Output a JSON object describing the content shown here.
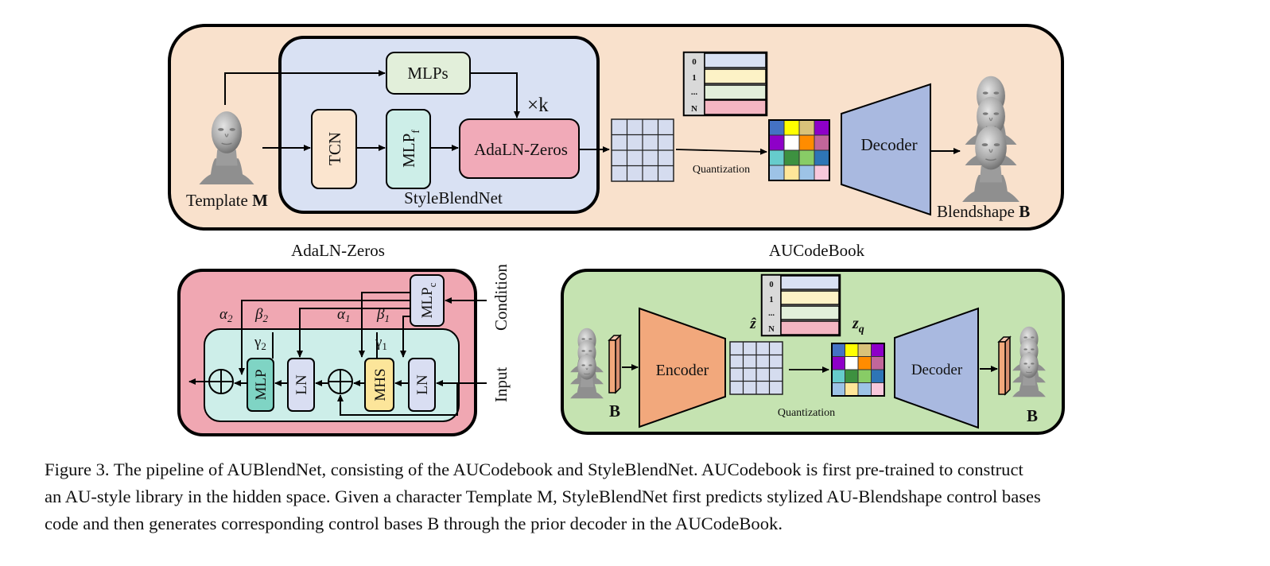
{
  "top_panel": {
    "template_label": "Template ",
    "template_symbol": "M",
    "mlps": "MLPs",
    "times_k": "×k",
    "tcn": "TCN",
    "mlp_f_base": "MLP",
    "mlp_f_sub": "f",
    "adaln_zeros": "AdaLN-Zeros",
    "styleblendnet": "StyleBlendNet",
    "quantization": "Quantization",
    "decoder": "Decoder",
    "blendshape_label": "Blendshape ",
    "blendshape_symbol": "B",
    "codebook_indices": [
      "0",
      "1",
      "...",
      "N"
    ]
  },
  "section_titles": {
    "adaln": "AdaLN-Zeros",
    "aucodebook": "AUCodeBook"
  },
  "adaln_panel": {
    "mlp_c_base": "MLP",
    "mlp_c_sub": "c",
    "condition": "Condition",
    "input": "Input",
    "alpha2": "α",
    "alpha2_sub": "2",
    "beta2": "β",
    "beta2_sub": "2",
    "alpha1": "α",
    "alpha1_sub": "1",
    "beta1": "β",
    "beta1_sub": "1",
    "gamma2": "γ",
    "gamma2_sub": "2",
    "gamma1": "γ",
    "gamma1_sub": "1",
    "mlp": "MLP",
    "ln_a": "LN",
    "mhs": "MHS",
    "ln_b": "LN"
  },
  "codebook_panel": {
    "input_symbol": "B",
    "encoder": "Encoder",
    "z_hat": "ẑ",
    "z_q_base": "z",
    "z_q_sub": "q",
    "quantization": "Quantization",
    "decoder": "Decoder",
    "output_symbol": "B",
    "codebook_indices": [
      "0",
      "1",
      "...",
      "N"
    ]
  },
  "colors": {
    "top_panel_bg": "#f9e1cc",
    "styleblend_bg": "#d9e1f3",
    "mlps_fill": "#e2efda",
    "adaln_fill": "#f1aab8",
    "mlpf_fill": "#cdeee8",
    "decoder_fill": "#a9b9e0",
    "encoder_fill": "#f2a87c",
    "adaln_panel_bg": "#f0a7b2",
    "adaln_inner_bg": "#cdeee9",
    "mhs_fill": "#fce59a",
    "mlp_fill": "#7fd4c4",
    "ln_fill": "#d9def2",
    "codebook_panel_bg": "#c5e3b1",
    "grid_fill": "#d5dcef",
    "codebook_rows": [
      "#d9e1f3",
      "#fdf2c6",
      "#e2efda",
      "#f4b6c2"
    ],
    "quantized_cells": [
      "#4472c4",
      "#ffff00",
      "#d9c27a",
      "#8e00c8",
      "#8e00c8",
      "#ffffff",
      "#ff8c00",
      "#c2669a",
      "#66cccc",
      "#3d9140",
      "#88cc66",
      "#2e75b6",
      "#9dc3e6",
      "#ffe699",
      "#9dc3e6",
      "#f8c8dc"
    ]
  },
  "caption": {
    "line1": "Figure 3. The pipeline of AUBlendNet, consisting of the AUCodebook and StyleBlendNet. AUCodebook is first pre-trained to construct",
    "line2": "an AU-style library in the hidden space. Given a character Template M, StyleBlendNet first predicts stylized AU-Blendshape control bases",
    "line3": "code and then generates corresponding control bases B through the prior decoder in the AUCodeBook."
  }
}
